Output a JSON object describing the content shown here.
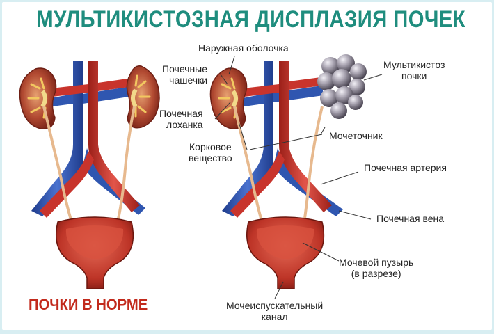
{
  "title": "МУЛЬТИКИСТОЗНАЯ ДИСПЛАЗИЯ ПОЧЕК",
  "normal_caption": "ПОЧКИ В НОРМЕ",
  "labels": {
    "outer_capsule": "Наружная оболочка",
    "calyces": [
      "Почечные",
      "чашечки"
    ],
    "pelvis": [
      "Почечная",
      "лоханка"
    ],
    "cortex": [
      "Корковое",
      "вещество"
    ],
    "multicystic": [
      "Мультикистоз",
      "почки"
    ],
    "ureter": "Мочеточник",
    "renal_artery": "Почечная артерия",
    "renal_vein": "Почечная вена",
    "bladder": [
      "Мочевой пузырь",
      "(в разрезе)"
    ],
    "urethra": [
      "Мочеиспускательный",
      "канал"
    ]
  },
  "colors": {
    "title": "#1f8d7e",
    "caption": "#c22a1c",
    "vein": "#2f56b0",
    "artery": "#c8342c",
    "kidney": "#a23a2c",
    "cyst": "#8a8593",
    "background_frame": "#d8eef2"
  }
}
